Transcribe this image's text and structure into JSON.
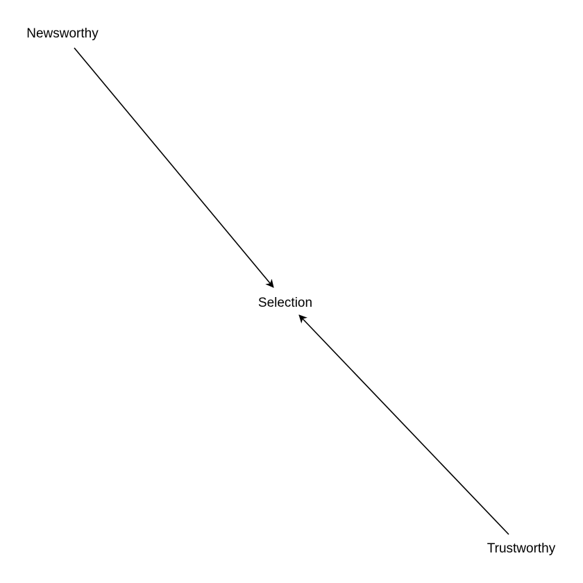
{
  "diagram": {
    "type": "directed-acyclic-graph",
    "nodes": [
      {
        "id": "newsworthy",
        "label": "Newsworthy"
      },
      {
        "id": "selection",
        "label": "Selection"
      },
      {
        "id": "trustworthy",
        "label": "Trustworthy"
      }
    ],
    "edges": [
      {
        "from": "newsworthy",
        "to": "selection"
      },
      {
        "from": "trustworthy",
        "to": "selection"
      }
    ],
    "colors": {
      "background": "#ffffff",
      "edge": "#000000",
      "text": "#000000"
    }
  }
}
